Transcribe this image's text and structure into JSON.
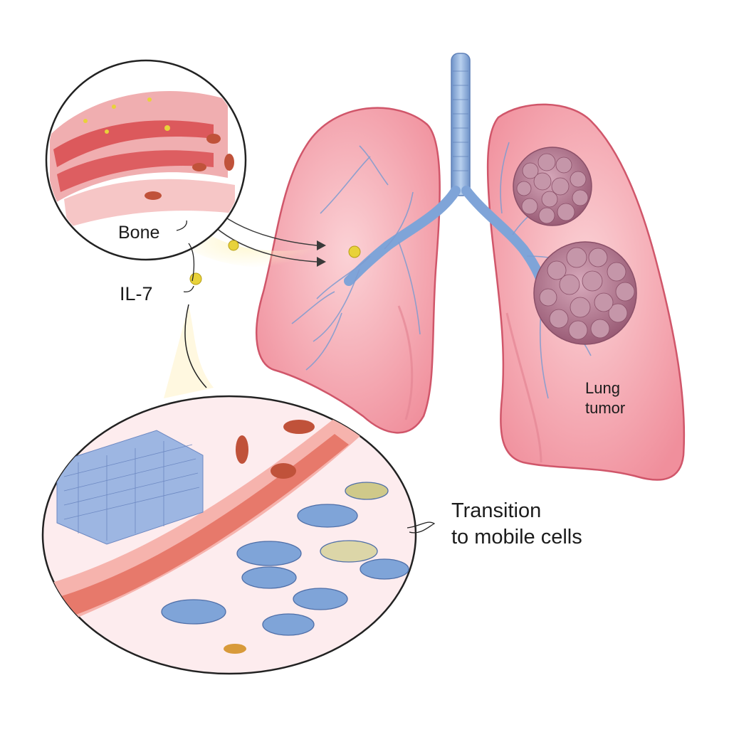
{
  "labels": {
    "bone": "Bone",
    "il7": "IL-7",
    "lung_tumor_line1": "Lung",
    "lung_tumor_line2": "tumor",
    "transition_line1": "Transition",
    "transition_line2": "to mobile cells"
  },
  "colors": {
    "lung_fill": "#f3a3ad",
    "lung_edge": "#d0566a",
    "trachea": "#8fb2de",
    "tumor": "#b3788f",
    "bone_tissue": "#f0aeb0",
    "marrow": "#d84a4e",
    "il7_dot": "#e8d23a",
    "cell_blue": "#7fa4d8",
    "blood_vessel": "#e46a5a",
    "block_blue": "#9db6e2"
  }
}
